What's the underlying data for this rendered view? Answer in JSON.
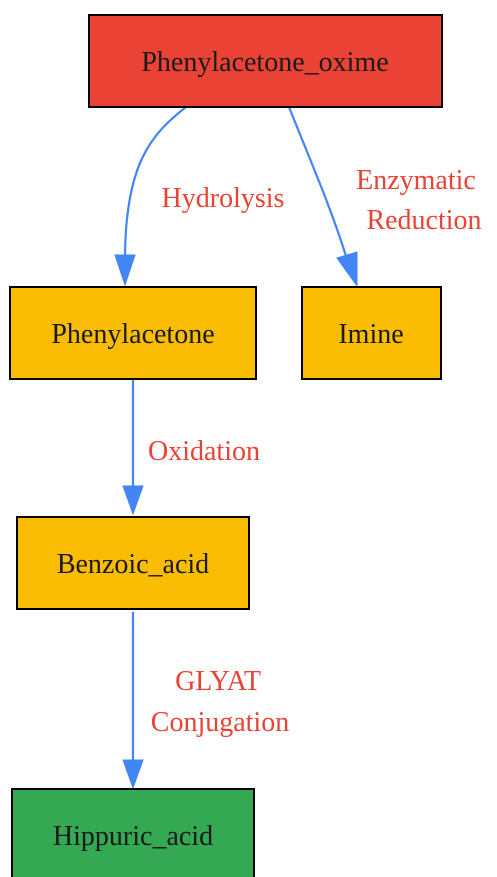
{
  "colors": {
    "start_node": "#ea4335",
    "intermediate_node": "#fbbc04",
    "end_node": "#34a853",
    "edge": "#4285f4",
    "edge_label": "#ea4335"
  },
  "nodes": {
    "phenylacetone_oxime": {
      "label": "Phenylacetone_oxime",
      "color": "#ea4335"
    },
    "phenylacetone": {
      "label": "Phenylacetone",
      "color": "#fbbc04"
    },
    "imine": {
      "label": "Imine",
      "color": "#fbbc04"
    },
    "benzoic_acid": {
      "label": "Benzoic_acid",
      "color": "#fbbc04"
    },
    "hippuric_acid": {
      "label": "Hippuric_acid",
      "color": "#34a853"
    }
  },
  "edges": {
    "hydrolysis": {
      "from": "Phenylacetone_oxime",
      "to": "Phenylacetone",
      "label_lines": [
        "Hydrolysis"
      ]
    },
    "enzymatic_reduction": {
      "from": "Phenylacetone_oxime",
      "to": "Imine",
      "label_lines": [
        "Enzymatic",
        "Reduction"
      ]
    },
    "oxidation": {
      "from": "Phenylacetone",
      "to": "Benzoic_acid",
      "label_lines": [
        "Oxidation"
      ]
    },
    "glyat_conjugation": {
      "from": "Benzoic_acid",
      "to": "Hippuric_acid",
      "label_lines": [
        "GLYAT",
        "Conjugation"
      ]
    }
  }
}
